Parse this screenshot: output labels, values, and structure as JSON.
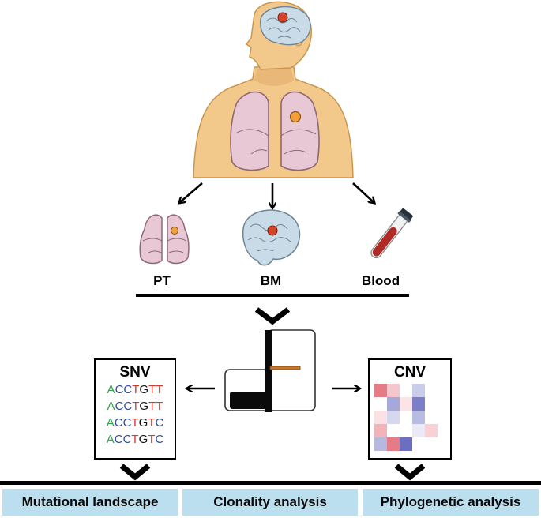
{
  "colors": {
    "skin": "#f3c98b",
    "skin_edge": "#c99652",
    "lung": "#e7c8d4",
    "lung_edge": "#8f6877",
    "brain": "#c9dbe7",
    "brain_edge": "#6e8595",
    "tumor": "#d2452b",
    "nodule": "#f29f3a",
    "blood": "#b02a26",
    "outcome_bg": "#bcdff0",
    "base_a": "#2fa24a",
    "base_c": "#2c4c9c",
    "base_t": "#d23a30",
    "base_g": "#111111"
  },
  "icons": [
    "human-body-icon",
    "lung-icon",
    "brain-icon",
    "blood-tube-icon",
    "sequencing-assay-icon",
    "cnv-heatmap-icon"
  ],
  "samples": [
    {
      "label": "PT",
      "icon": "lung-icon"
    },
    {
      "label": "BM",
      "icon": "brain-icon"
    },
    {
      "label": "Blood",
      "icon": "blood-tube-icon"
    }
  ],
  "snv": {
    "title": "SNV",
    "rows": [
      "ACCTGTT",
      "ACCTGTT",
      "ACCTGTC",
      "ACCTGTC"
    ]
  },
  "cnv": {
    "title": "CNV",
    "heatmap": [
      [
        "#e57b85",
        "#f5c6cb",
        "#ffffff",
        "#c9cde9",
        "#ffffff"
      ],
      [
        "#ffffff",
        "#a5a8d8",
        "#fbe3e6",
        "#7c7fc8",
        "#ffffff"
      ],
      [
        "#fbe0e4",
        "#d6d8ef",
        "#ffffff",
        "#b9bce2",
        "#ffffff"
      ],
      [
        "#f3b3bb",
        "#ffffff",
        "#ffffff",
        "#e9eaf6",
        "#f8d0d6"
      ],
      [
        "#b6b8e0",
        "#e57b85",
        "#6c6fc0",
        "#ffffff",
        "#ffffff"
      ]
    ]
  },
  "outcomes": [
    "Mutational landscape",
    "Clonality analysis",
    "Phylogenetic analysis"
  ]
}
